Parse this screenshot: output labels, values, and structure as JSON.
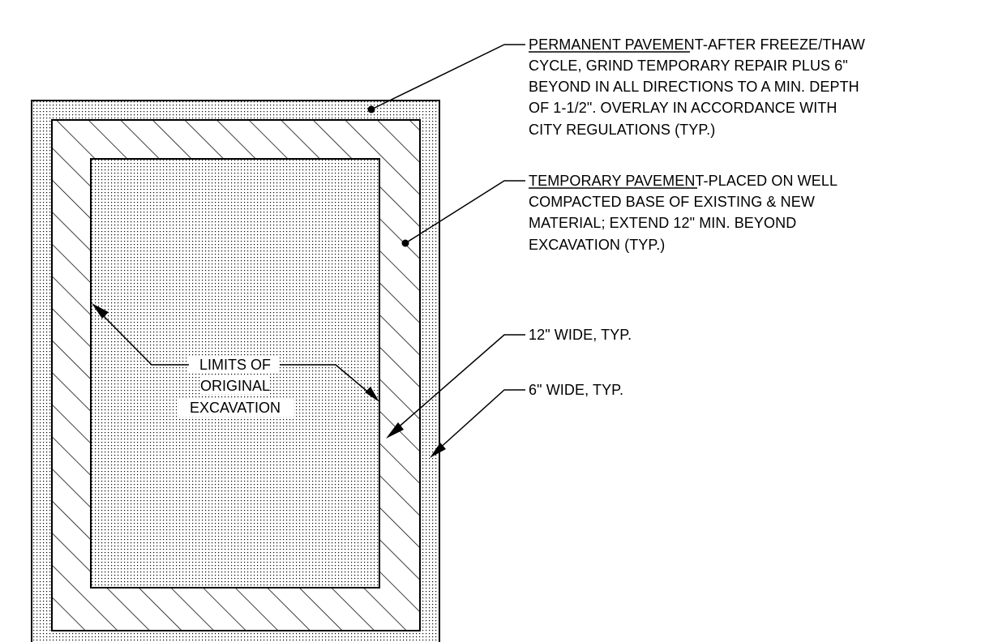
{
  "notes": {
    "permanent": {
      "title": "PERMANENT PAVEMENT",
      "line1_rest": "-AFTER FREEZE/THAW",
      "line2": "CYCLE, GRIND TEMPORARY REPAIR PLUS 6\"",
      "line3": "BEYOND IN ALL DIRECTIONS TO A MIN. DEPTH",
      "line4": "OF 1-1/2\". OVERLAY IN ACCORDANCE WITH",
      "line5": "CITY REGULATIONS (TYP.)"
    },
    "temporary": {
      "title": "TEMPORARY PAVEMENT",
      "line1_rest": "-PLACED ON WELL",
      "line2": "COMPACTED BASE OF EXISTING & NEW",
      "line3": "MATERIAL; EXTEND 12\" MIN. BEYOND",
      "line4": "EXCAVATION (TYP.)"
    },
    "width_12": "12\" WIDE, TYP.",
    "width_6": "6\" WIDE, TYP."
  },
  "center": {
    "line1": "LIMITS OF",
    "line2": "ORIGINAL",
    "line3": "EXCAVATION"
  },
  "colors": {
    "ink": "#000000",
    "paper": "#ffffff"
  }
}
